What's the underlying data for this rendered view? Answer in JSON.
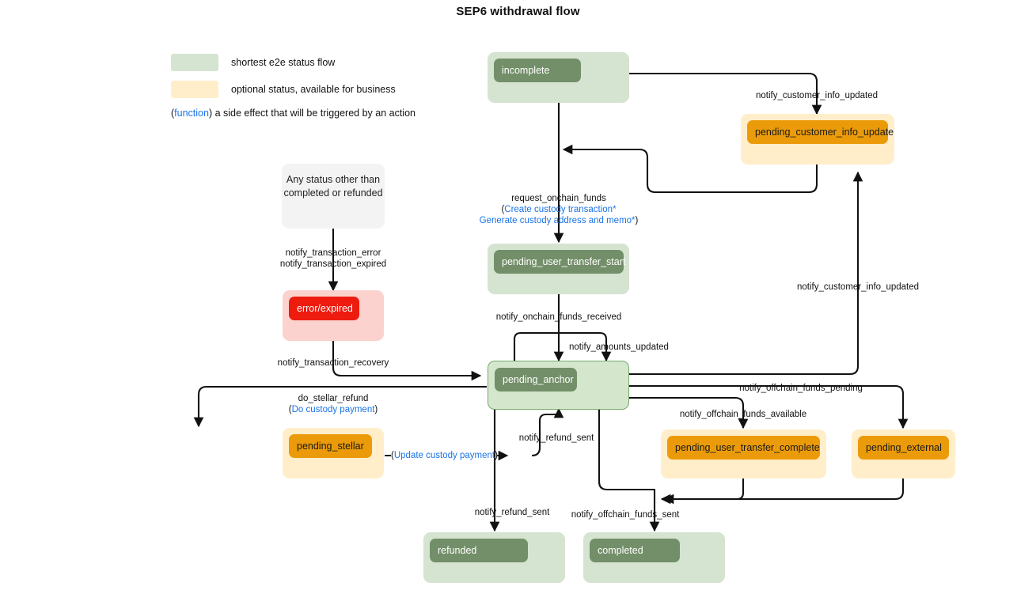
{
  "title": "SEP6 withdrawal flow",
  "legend": {
    "items": [
      {
        "swatch_color": "#d4e4d0",
        "label": "shortest e2e status flow"
      },
      {
        "swatch_color": "#ffeec9",
        "label": "optional status, available for business"
      }
    ],
    "note": {
      "open_paren": "(",
      "function_word": "function",
      "close_paren": ")",
      "text": " a side effect that will be triggered by an action"
    }
  },
  "colors": {
    "green_container": "#d4e4d0",
    "green_inner": "#738f69",
    "orange_container": "#ffeec9",
    "orange_inner": "#eb9b09",
    "red_container": "#fbd2ce",
    "red_inner": "#ee1b0f",
    "gray_container": "#f3f3f3",
    "function_text": "#1a73e8",
    "edge": "#111111"
  },
  "nodes": [
    {
      "id": "incomplete",
      "label": "incomplete",
      "kind": "green"
    },
    {
      "id": "pending_customer_info_update",
      "label": "pending_customer_info_update",
      "kind": "orange"
    },
    {
      "id": "any_status",
      "label": "Any status other than\ncompleted or refunded",
      "kind": "gray"
    },
    {
      "id": "error_expired",
      "label": "error/expired",
      "kind": "red"
    },
    {
      "id": "pending_user_transfer_start",
      "label": "pending_user_transfer_start",
      "kind": "green"
    },
    {
      "id": "pending_anchor",
      "label": "pending_anchor",
      "kind": "anchor"
    },
    {
      "id": "pending_stellar",
      "label": "pending_stellar",
      "kind": "orange"
    },
    {
      "id": "pending_user_transfer_complete",
      "label": "pending_user_transfer_complete",
      "kind": "orange"
    },
    {
      "id": "pending_external",
      "label": "pending_external",
      "kind": "orange"
    },
    {
      "id": "refunded",
      "label": "refunded",
      "kind": "green"
    },
    {
      "id": "completed",
      "label": "completed",
      "kind": "green"
    }
  ],
  "edges": [
    {
      "id": "e1",
      "from": "incomplete",
      "to": "pending_customer_info_update",
      "label": "notify_customer_info_updated"
    },
    {
      "id": "e2",
      "from": "pending_customer_info_update",
      "to": "incomplete",
      "label": ""
    },
    {
      "id": "e3",
      "from": "incomplete",
      "to": "pending_user_transfer_start",
      "label": "request_onchain_funds",
      "function_lines": [
        "Create custody transaction*",
        "Generate custody address and memo*"
      ]
    },
    {
      "id": "e4",
      "from": "any_status",
      "to": "error_expired",
      "label": "notify_transaction_error\nnotify_transaction_expired"
    },
    {
      "id": "e5",
      "from": "error_expired",
      "to": "pending_anchor",
      "label": "notify_transaction_recovery"
    },
    {
      "id": "e6",
      "from": "pending_anchor",
      "to": "pending_stellar",
      "label": "do_stellar_refund",
      "function_lines": [
        "Do custody payment"
      ]
    },
    {
      "id": "e7",
      "from": "pending_user_transfer_start",
      "to": "pending_anchor",
      "label": "notify_onchain_funds_received"
    },
    {
      "id": "e8",
      "from": "pending_anchor",
      "to": "pending_anchor",
      "label": "notify_amounts_updated"
    },
    {
      "id": "e9",
      "from": "pending_stellar",
      "to": "refunded",
      "function_lines": [
        "Update custody payment"
      ]
    },
    {
      "id": "e10",
      "from": "refunded_trunk",
      "to": "pending_anchor",
      "label": "notify_refund_sent"
    },
    {
      "id": "e11",
      "from": "pending_anchor",
      "to": "refunded",
      "label": "notify_refund_sent"
    },
    {
      "id": "e12",
      "from": "pending_anchor",
      "to": "completed",
      "label": "notify_offchain_funds_sent"
    },
    {
      "id": "e13",
      "from": "pending_anchor",
      "to": "pending_user_transfer_complete",
      "label": "notify_offchain_funds_available"
    },
    {
      "id": "e14",
      "from": "pending_anchor",
      "to": "pending_external",
      "label": "notify_offchain_funds_pending"
    },
    {
      "id": "e15",
      "from": "pending_anchor",
      "to": "pending_customer_info_update",
      "label": "notify_customer_info_updated"
    },
    {
      "id": "e16",
      "from": "pending_user_transfer_complete",
      "to": "completed",
      "label": ""
    },
    {
      "id": "e17",
      "from": "pending_external",
      "to": "completed",
      "label": ""
    }
  ],
  "edge_labels": {
    "l_notify_customer_info_updated_top": "notify_customer_info_updated",
    "l_request_onchain_funds": "request_onchain_funds",
    "l_fn_create_custody": "Create custody transaction*",
    "l_fn_generate_custody": "Generate custody address and memo*",
    "l_notify_transaction_error": "notify_transaction_error",
    "l_notify_transaction_expired": "notify_transaction_expired",
    "l_notify_transaction_recovery": "notify_transaction_recovery",
    "l_do_stellar_refund": "do_stellar_refund",
    "l_fn_do_custody_payment": "Do custody payment",
    "l_notify_onchain_funds_received": "notify_onchain_funds_received",
    "l_notify_amounts_updated": "notify_amounts_updated",
    "l_notify_refund_sent_up": "notify_refund_sent",
    "l_fn_update_custody_payment": "Update custody payment",
    "l_notify_refund_sent_down": "notify_refund_sent",
    "l_notify_offchain_funds_sent": "notify_offchain_funds_sent",
    "l_notify_offchain_funds_available": "notify_offchain_funds_available",
    "l_notify_offchain_funds_pending": "notify_offchain_funds_pending",
    "l_notify_customer_info_updated_right": "notify_customer_info_updated"
  },
  "node_labels": {
    "incomplete": "incomplete",
    "pending_customer_info_update": "pending_customer_info_update",
    "any_status_line1": "Any status other than",
    "any_status_line2": "completed or refunded",
    "error_expired": "error/expired",
    "pending_user_transfer_start": "pending_user_transfer_start",
    "pending_anchor": "pending_anchor",
    "pending_stellar": "pending_stellar",
    "pending_user_transfer_complete": "pending_user_transfer_complete",
    "pending_external": "pending_external",
    "refunded": "refunded",
    "completed": "completed"
  }
}
